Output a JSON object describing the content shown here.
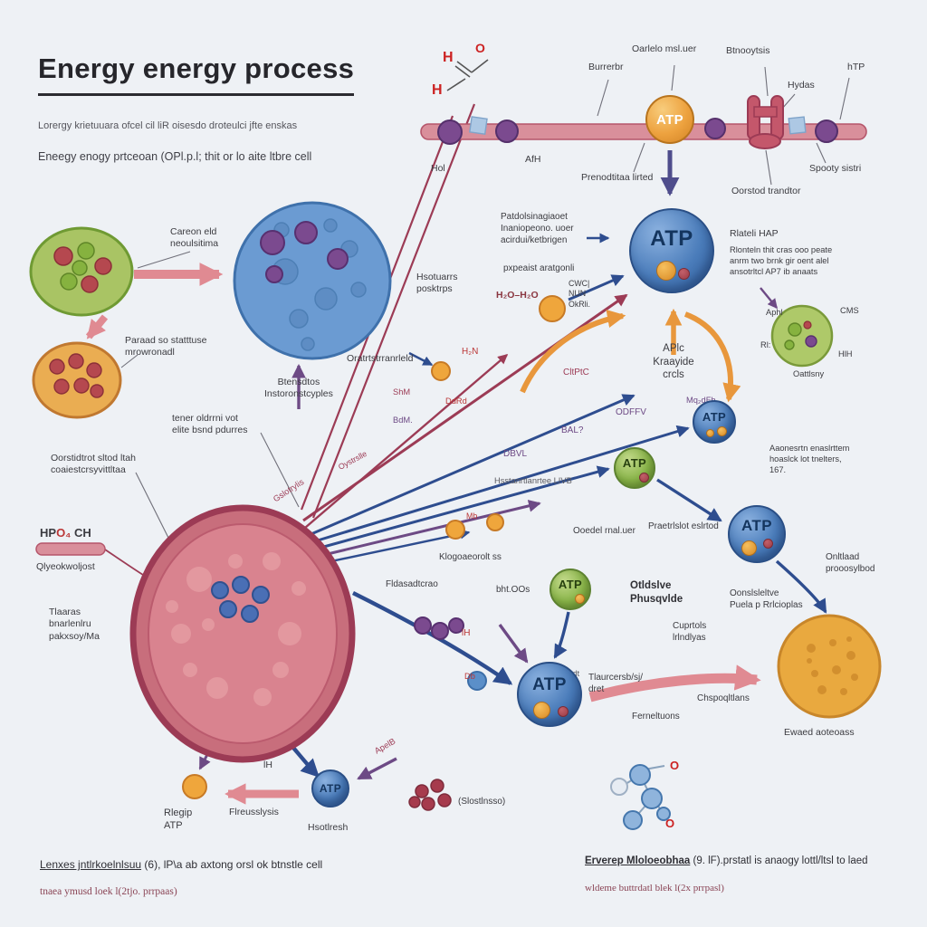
{
  "colors": {
    "background": "#eef1f5",
    "pink_arrow": "#e08a92",
    "navy_arrow": "#2e4d8f",
    "purple_arrow": "#6d4a85",
    "maroon_line": "#9c3b55",
    "orange_arrow": "#e8973c",
    "atp_blue": "#3c6cad",
    "atp_green": "#7fae3f",
    "atp_orange": "#eda23f",
    "membrane_pink": "#d98f9b",
    "cell_pink": "#d9838f",
    "cell_blue": "#6b9bd2",
    "cell_green": "#a9c464",
    "cell_orange": "#e9a93f"
  },
  "t": {
    "atp": "ATP",
    "title": "Energy energy process",
    "sub1": "Lorergy krietuuara ofcel cil liR oisesdo droteulci jfte enskas",
    "sub2": "Eneegy enogy prtceoan (OPl.p.l; thit or lo aite ltbre cell",
    "hol": "Hol",
    "afh": "AfH",
    "burrerbr": "Burrerbr",
    "oarlelo": "Oarlelo msl.uer",
    "btnooytsis": "Btnooytsis",
    "htp": "hTP",
    "hydas": "Hydas",
    "spooty": "Spooty sistri",
    "oorstod": "Oorstod trandtor",
    "prenodtitaa": "Prenodtitaa lirted",
    "chem_h1": "H",
    "chem_o1": "O",
    "chem_h2": "H",
    "patdol": "Patdolsinagiaoet\nInaniopeono. uoer\nacirdui/ketbrigen",
    "pxpeaist": "pxpeaist aratgonli",
    "rlateli": "Rlateli HAP",
    "rlonteln": "Rlonteln thit cras ooo peate\nanrm two brnk gir oent alel\nansotrltcl AP7 ib anaats",
    "careon": "Careon eld\nneoulsitima",
    "paraad": "Paraad so statttuse\nmrowronadl",
    "btensdtos": "Btensdtos\nInstoronstcyples",
    "tener": "tener oldrrni vot\nelite bsnd pdurres",
    "oorstidtrot": "Oorstidtrot sltod ltah\ncoaiestcrsyvittltaa",
    "hpo_a": "HP",
    "hpo_b": "O₄",
    "hpo_c": " CH",
    "qlyeok": "Qlyeokwoljost",
    "tlaaras": "Tlaaras\nbnarlenlru\npakxsoy/Ma",
    "hsotuarrs": "Hsotuarrs\nposktrps",
    "h2o": "H₂O–H₂O",
    "cwc": "CWC|\nNUN\nOkRli.",
    "oratr": "Oratrtstrranrleld",
    "krebs": "APlc\nKraayide\ncrcls",
    "cltptc": "CltPtC",
    "odffv": "ODFFV",
    "bal": "BAL?",
    "dbvl": "DBVL",
    "hsstan": "Hsstanrtlanrtee LIVB",
    "h2n": "H₂N",
    "shm": "ShM",
    "ddrd": "DdRd",
    "bdm": "BdM.",
    "gslot": "Gslotrylis",
    "diag2": "Oystrslle",
    "aphl": "Aphl",
    "cms": "CMS",
    "rl": "Rl:",
    "hlh": "HlH",
    "oattlsny": "Oattlsny",
    "mqdfb": "Mq₂dFb",
    "aaonesrtn": "Aaonesrtn enaslrttem\nhoaslck lot tnelters,\n167.",
    "praetr": "Praetrlslot eslrtod",
    "ooedel": "Ooedel rnal.uer",
    "onltlaad": "Onltlaad\nprooosylbod",
    "oonsl": "Oonslsleltve\nPuela p Rrlcioplas",
    "otldslve": "Otldslve\nPhusqvlde",
    "cuprtols": "Cuprtols\nlrlndlyas",
    "klogo": "Klogoaeorolt ss",
    "bhtoos": "bht.OOs",
    "fldas": "Fldasadtcrao",
    "lh1": "lH",
    "mb": "Mb",
    "orodt": "orodt",
    "db": "Db",
    "tlaur": "Tlaurcersb/sj/\ndret",
    "fernel": "Ferneltuons",
    "chspo": "Chspoqltlans",
    "ewaed": "Ewaed aoteoass",
    "slost": "(Slostlnsso)",
    "hsotlresh": "Hsotlresh",
    "flreus": "Flreusslysis",
    "rlegip": "Rlegip\nATP",
    "lh2": "lH",
    "apelb": "ApelB",
    "o1": "O",
    "o2": "O",
    "fl1a": "Lenxes jntlrkoelnlsuu",
    "fl1b": " (6), lP\\a ab axtong orsl ok btnstle cell",
    "fl2": "tnaea ymusd loek l(2tjo. prrpaas)",
    "fr1a": "Erverep Mloloeobhaa",
    "fr1b": " (9. lF).prstatl is anaogy lottl/ltsl to laed",
    "fr2": "wldeme buttrdatl blek l(2x prrpasl)"
  }
}
